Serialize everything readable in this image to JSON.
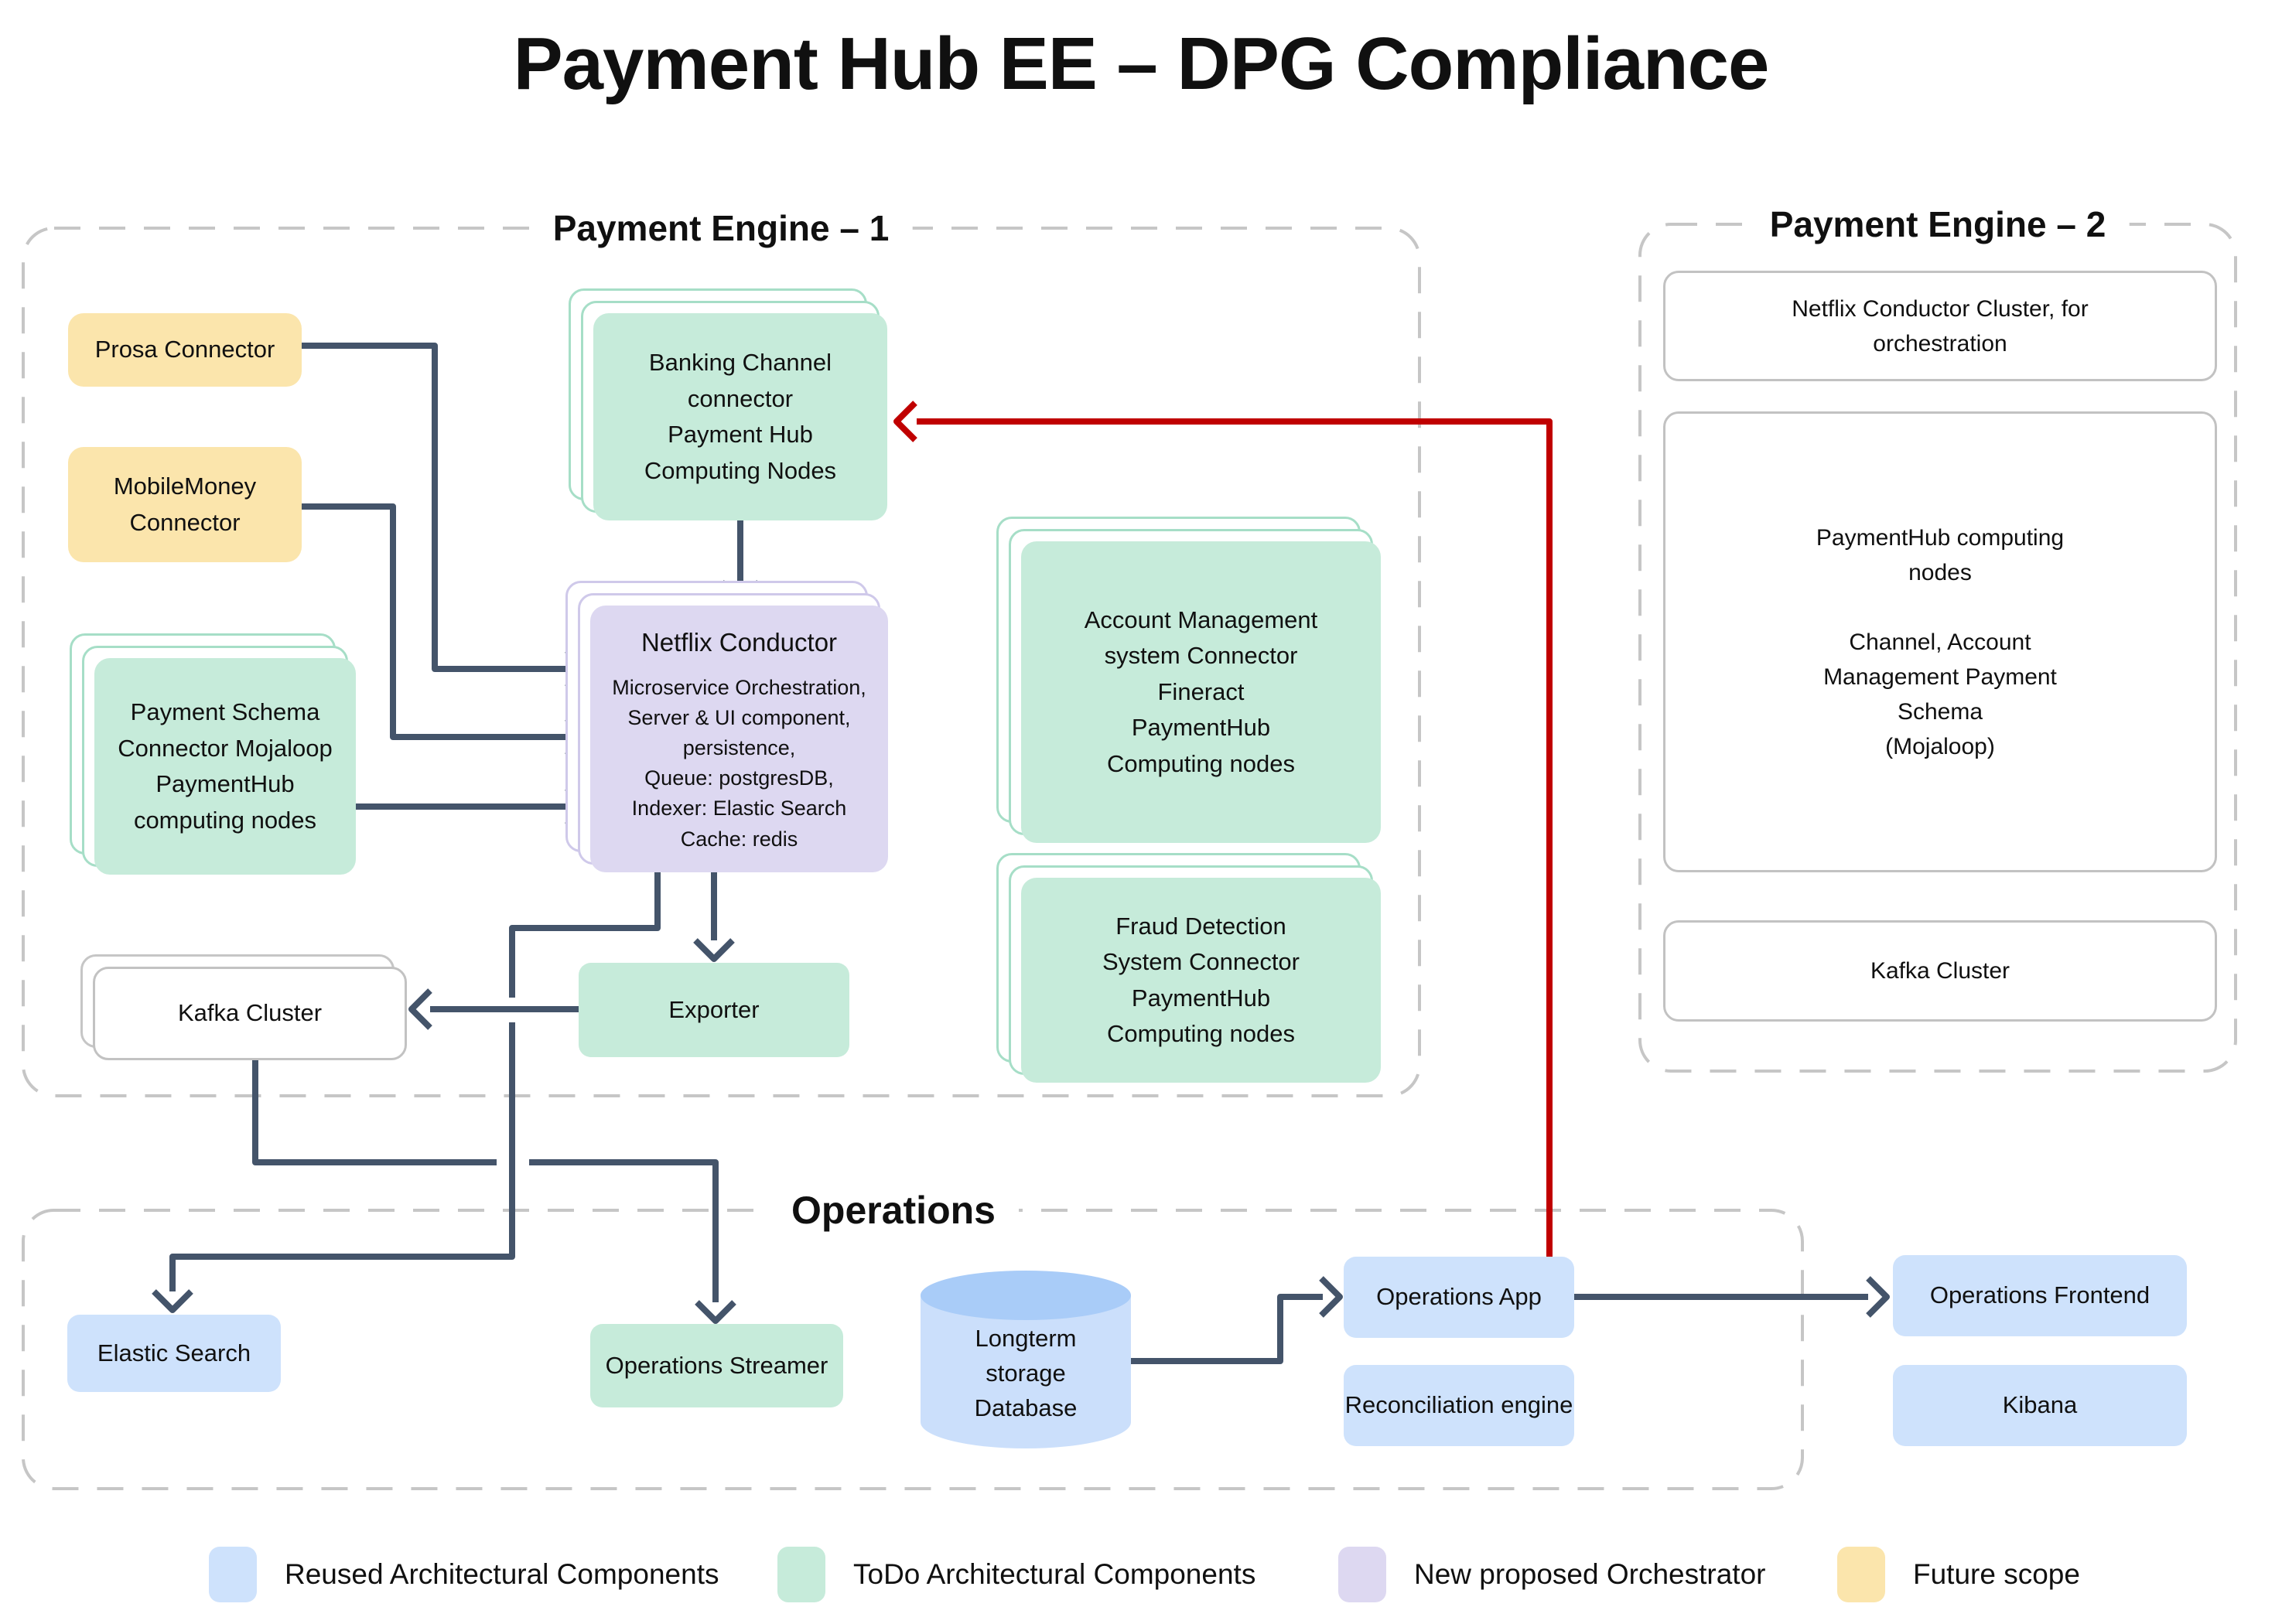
{
  "title": "Payment Hub EE – DPG Compliance",
  "engine1": {
    "label": "Payment Engine – 1",
    "prosa": "Prosa Connector",
    "mobile_money": "MobileMoney\nConnector",
    "payment_schema": "Payment Schema\nConnector Mojaloop\nPaymentHub\ncomputing nodes",
    "banking": "Banking Channel\nconnector\nPayment Hub\nComputing Nodes",
    "conductor_title": "Netflix Conductor",
    "conductor_body": "Microservice Orchestration,\nServer & UI component,\npersistence,\nQueue: postgresDB,\nIndexer: Elastic Search\nCache: redis",
    "account_mgmt": "Account Management\nsystem Connector\nFineract\nPaymentHub\nComputing nodes",
    "fraud": "Fraud Detection\nSystem Connector\nPaymentHub\nComputing nodes",
    "kafka": "Kafka Cluster",
    "exporter": "Exporter"
  },
  "engine2": {
    "label": "Payment Engine – 2",
    "conductor_cluster": "Netflix Conductor Cluster, for\norchestration",
    "computing_nodes": "PaymentHub computing\nnodes\n\nChannel, Account\nManagement Payment\nSchema\n(Mojaloop)",
    "kafka": "Kafka Cluster"
  },
  "operations": {
    "label": "Operations",
    "elastic_search": "Elastic Search",
    "streamer": "Operations Streamer",
    "storage_db": "Longterm\nstorage\nDatabase",
    "ops_app": "Operations App",
    "reconciliation": "Reconciliation engine",
    "frontend": "Operations Frontend",
    "kibana": "Kibana"
  },
  "legend": {
    "reused": "Reused Architectural Components",
    "todo": "ToDo Architectural Components",
    "orchestrator": "New proposed Orchestrator",
    "future": "Future scope"
  },
  "colors": {
    "reused_blue": "#CEE2FC",
    "todo_green": "#C6EBDA",
    "orchestrator_purple": "#DDD8F1",
    "future_yellow": "#FBE5AC",
    "connector_line": "#44546A",
    "highlight_line": "#C00000"
  }
}
